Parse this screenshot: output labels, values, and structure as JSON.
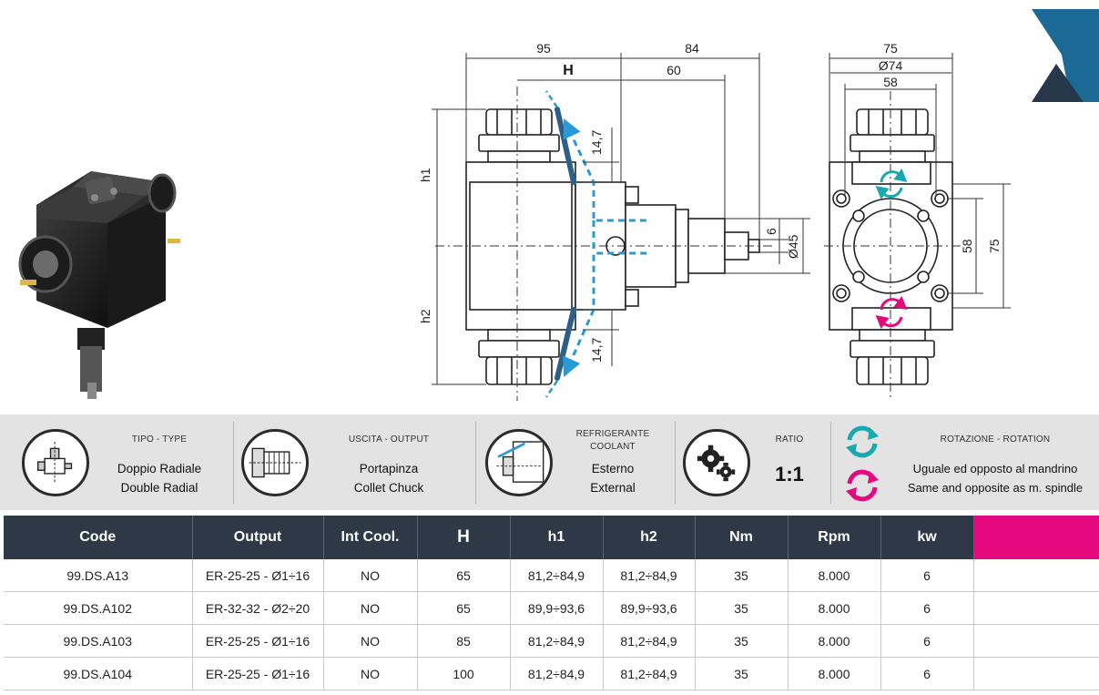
{
  "drawing": {
    "dims": {
      "d95": "95",
      "d84": "84",
      "dH": "H",
      "d60": "60",
      "d147_top": "14,7",
      "d147_bot": "14,7",
      "dh1": "h1",
      "dh2": "h2",
      "d6": "6",
      "d45": "Ø45",
      "d75_top": "75",
      "d74": "Ø74",
      "d58_top": "58",
      "d58_side": "58",
      "d75_side": "75"
    }
  },
  "specs": [
    {
      "label1": "TIPO - TYPE",
      "label2": "",
      "value1": "Doppio Radiale",
      "value2": "Double Radial"
    },
    {
      "label1": "USCITA - OUTPUT",
      "label2": "",
      "value1": "Portapinza",
      "value2": "Collet Chuck"
    },
    {
      "label1": "REFRIGERANTE",
      "label2": "COOLANT",
      "value1": "Esterno",
      "value2": "External"
    },
    {
      "label1": "RATIO",
      "label2": "",
      "value1": "1:1",
      "value2": ""
    },
    {
      "label1": "ROTAZIONE - ROTATION",
      "label2": "",
      "value1": "Uguale ed opposto al mandrino",
      "value2": "Same and opposite as m. spindle"
    }
  ],
  "colors": {
    "header": "#2e3847",
    "accent": "#e5097f",
    "teal": "#1aa9b0",
    "coolant": "#2a9ad6"
  },
  "table": {
    "headers": [
      "Code",
      "Output",
      "Int Cool.",
      "H",
      "h1",
      "h2",
      "Nm",
      "Rpm",
      "kw",
      ""
    ],
    "rows": [
      [
        "99.DS.A13",
        "ER-25-25 - Ø1÷16",
        "NO",
        "65",
        "81,2÷84,9",
        "81,2÷84,9",
        "35",
        "8.000",
        "6",
        ""
      ],
      [
        "99.DS.A102",
        "ER-32-32 - Ø2÷20",
        "NO",
        "65",
        "89,9÷93,6",
        "89,9÷93,6",
        "35",
        "8.000",
        "6",
        ""
      ],
      [
        "99.DS.A103",
        "ER-25-25 - Ø1÷16",
        "NO",
        "85",
        "81,2÷84,9",
        "81,2÷84,9",
        "35",
        "8.000",
        "6",
        ""
      ],
      [
        "99.DS.A104",
        "ER-25-25 - Ø1÷16",
        "NO",
        "100",
        "81,2÷84,9",
        "81,2÷84,9",
        "35",
        "8.000",
        "6",
        ""
      ]
    ]
  }
}
